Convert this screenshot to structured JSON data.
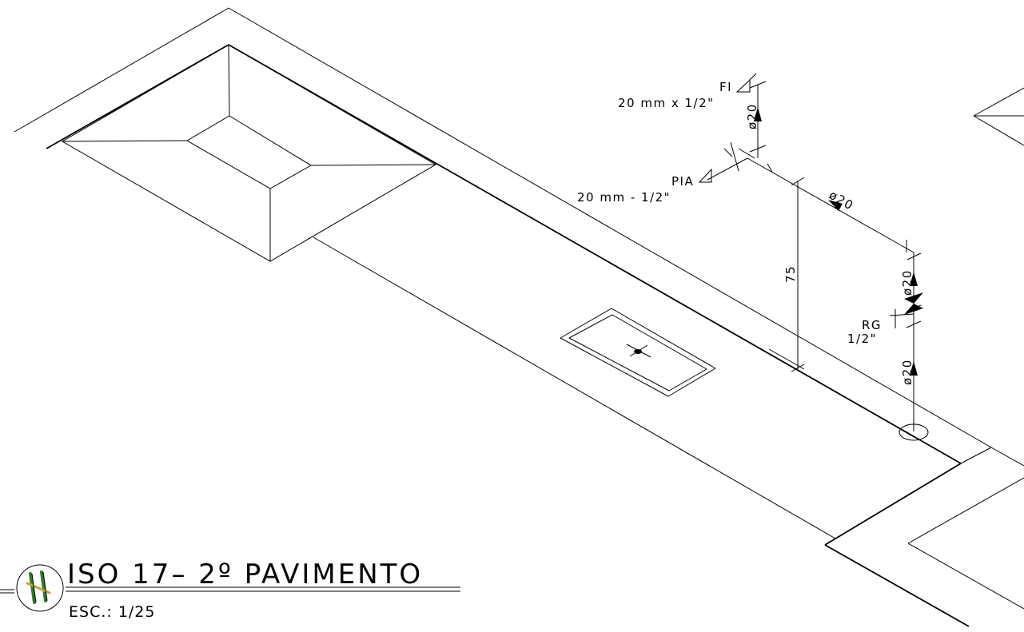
{
  "labels": {
    "fi_tag": "FI",
    "fi_size": "20 mm x 1/2\"",
    "pia_tag": "PIA",
    "pia_size": "20 mm - 1/2\"",
    "rg_tag": "RG",
    "rg_size": "1/2\"",
    "dia_riser_top": "ø20",
    "dia_horizontal": "ø20",
    "dia_riser_mid": "ø20",
    "dia_riser_low": "ø20",
    "height_dim": "75"
  },
  "title_block": {
    "title": "ISO 17– 2º PAVIMENTO",
    "scale": "ESC.: 1/25"
  },
  "icons": {
    "logo": "hydraulic-logo-icon"
  },
  "colors": {
    "line": "#000000",
    "background": "#ffffff",
    "logo_green": "#2e7d1f",
    "logo_gold": "#c8a23a"
  }
}
